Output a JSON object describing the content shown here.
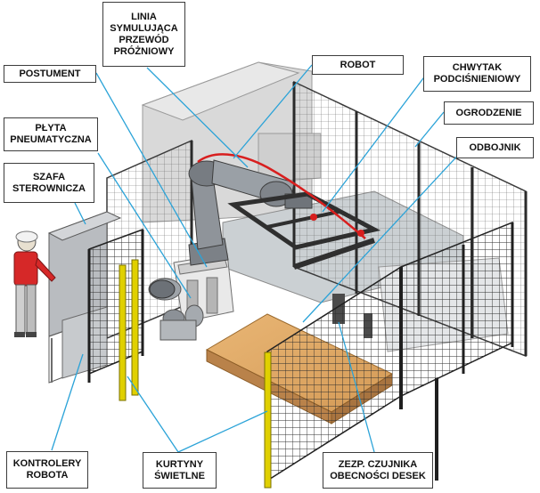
{
  "labels": {
    "linia": "LINIA\nSYMULUJĄCA\nPRZEWÓD\nPRÓŻNIOWY",
    "postument": "POSTUMENT",
    "robot": "ROBOT",
    "chwytak": "CHWYTAK\nPODCIŚNIENIOWY",
    "plyta": "PŁYTA\nPNEUMATYCZNA",
    "ogrodzenie": "OGRODZENIE",
    "odbojnik": "ODBOJNIK",
    "szafa": "SZAFA\nSTEROWNICZA",
    "kontrolery": "KONTROLERY\nROBOTA",
    "kurtyny": "KURTYNY\nŚWIETLNE",
    "czujnik": "ZEZP. CZUJNIKA\nOBECNOŚCI DESEK"
  },
  "colors": {
    "callout_line": "#2ba3d8",
    "fence_mesh": "#2e2e2e",
    "light_curtain": "#e0d000",
    "wood_board": "#dca565",
    "robot_body": "#8a8f95",
    "cable": "#d81e1e",
    "worker_shirt": "#d62828"
  }
}
